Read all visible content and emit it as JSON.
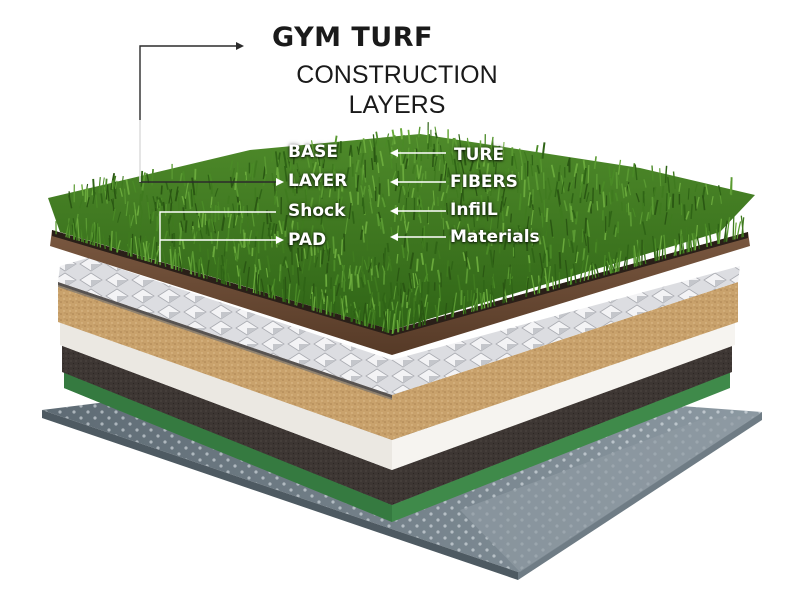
{
  "title": {
    "main": "GYM TURF",
    "line2": "CONSTRUCTION",
    "line3": "LAYERS"
  },
  "labels_left": [
    "BASE",
    "LAYER",
    "Shock",
    "PAD"
  ],
  "labels_right": [
    "TURE",
    "FIBERS",
    "InfilL",
    "Materials"
  ],
  "colors": {
    "grass": "#3f7a1f",
    "grass_dark": "#2a5713",
    "soil": "#6b4a34",
    "pad_white": "#e9e9ec",
    "cork": "#c8a06a",
    "foam_white": "#f6f4f0",
    "rubber_dark": "#3b3531",
    "green_layer": "#3f8a4a",
    "base_plate": "#7a8790",
    "leader_line": "#2b2b2b"
  }
}
